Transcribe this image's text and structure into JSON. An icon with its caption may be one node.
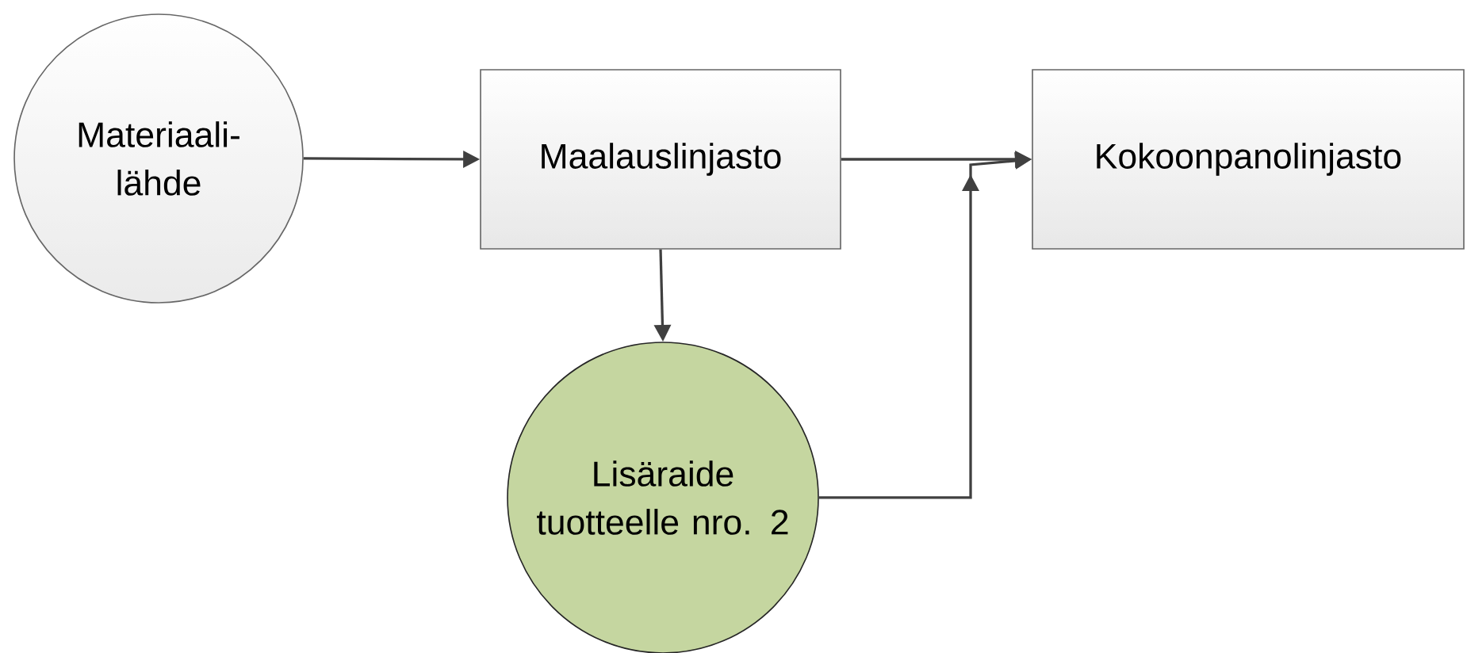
{
  "diagram": {
    "nodes": [
      {
        "text": [
          "Materiaali- lähde"
        ]
      },
      {
        "text": [
          "Maalauslinjasto"
        ]
      },
      {
        "text": [
          "Kokoonpanolinjasto"
        ]
      },
      {
        "text": [
          "Lisäraide tuotteelle nro. 2"
        ]
      }
    ],
    "edges": [
      {
        "from": 0,
        "to": 1,
        "arrow": "to"
      },
      {
        "from": 1,
        "to": 2,
        "arrow": "to"
      },
      {
        "from": 1,
        "to": 3,
        "arrow": "to"
      },
      {
        "from": 3,
        "to": 2,
        "arrow": "to"
      }
    ]
  }
}
